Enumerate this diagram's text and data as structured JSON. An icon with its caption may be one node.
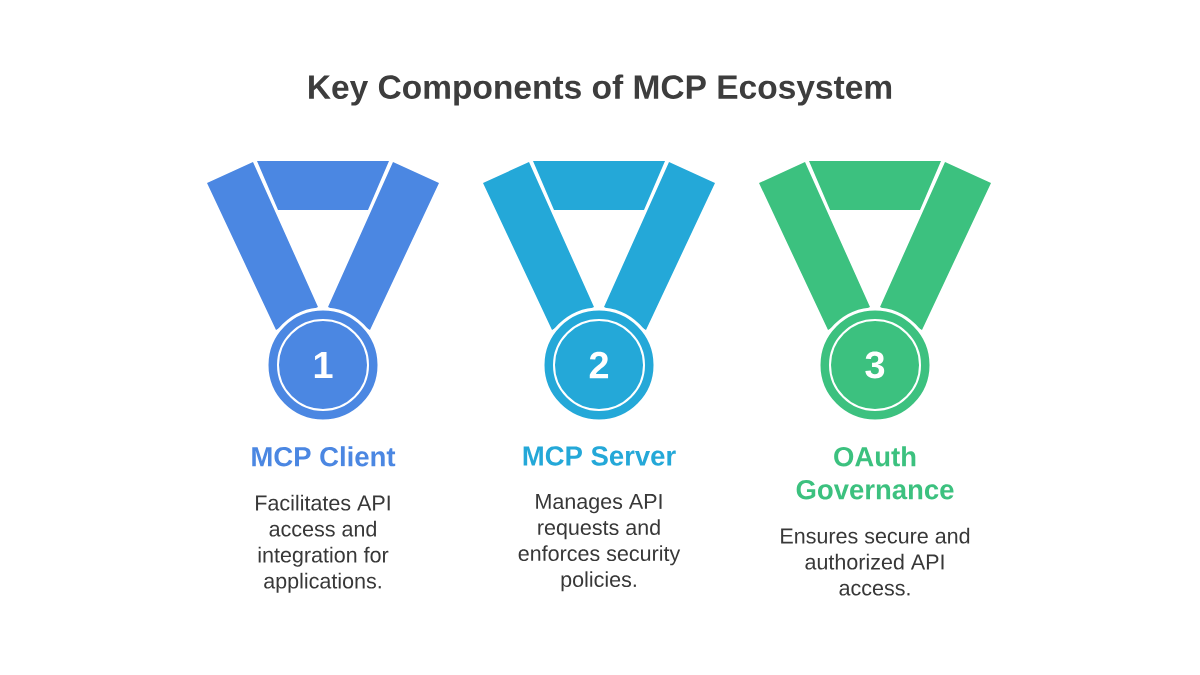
{
  "diagram": {
    "title": "Key Components of MCP Ecosystem",
    "nodes": [
      {
        "text": [
          "1",
          "MCP Client",
          "Facilitates API access and integration for applications."
        ]
      },
      {
        "text": [
          "2",
          "MCP Server",
          "Manages API requests and enforces security policies."
        ]
      },
      {
        "text": [
          "3",
          "OAuth Governance",
          "Ensures secure and authorized API access."
        ]
      }
    ]
  }
}
